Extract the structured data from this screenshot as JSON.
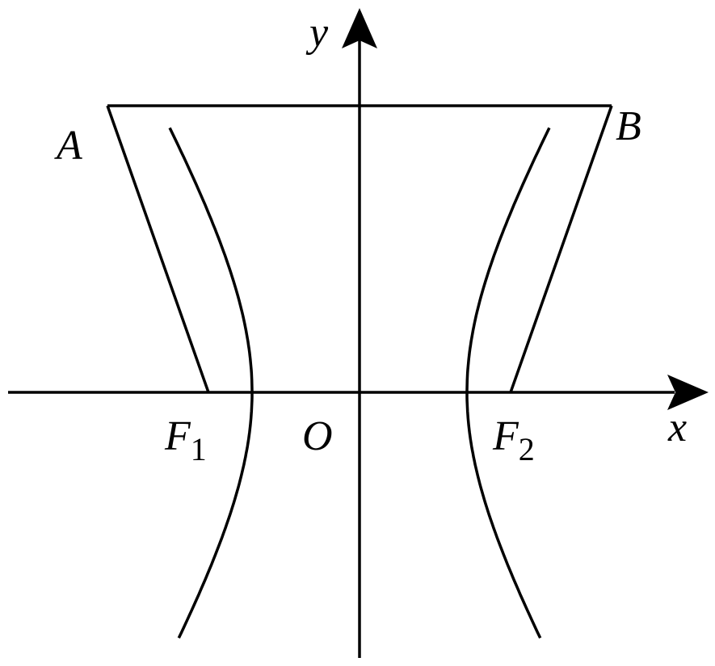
{
  "diagram": {
    "labels": {
      "y_axis": "y",
      "x_axis": "x",
      "origin": "O",
      "point_a": "A",
      "point_b": "B",
      "focus_left": "F",
      "focus_left_sub": "1",
      "focus_right": "F",
      "focus_right_sub": "2"
    },
    "colors": {
      "stroke": "#000000",
      "background": "#ffffff"
    }
  }
}
